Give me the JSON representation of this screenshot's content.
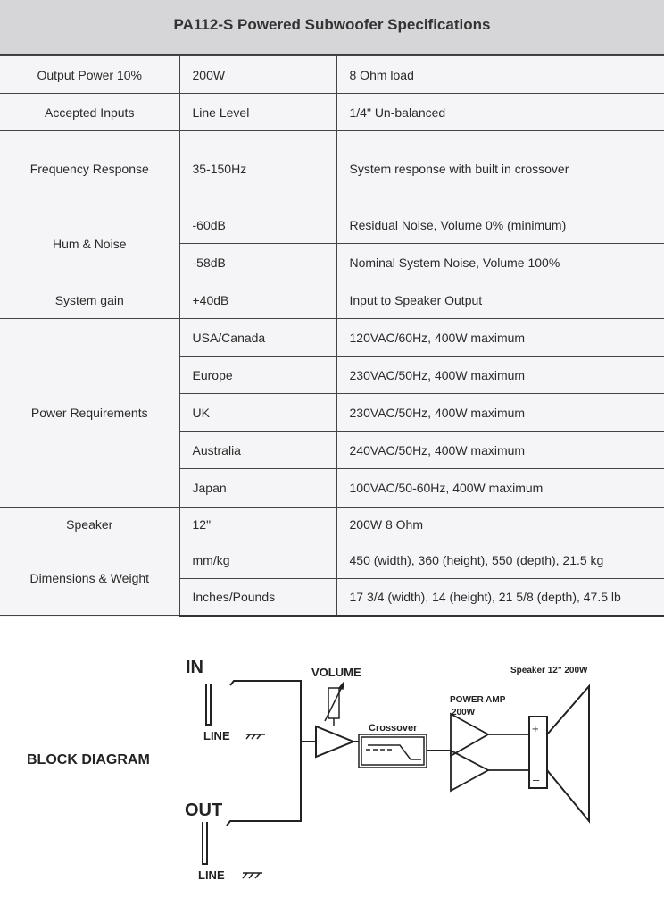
{
  "title": "PA112-S Powered Subwoofer Specifications",
  "specs": [
    {
      "label": "Output Power 10%",
      "rows": [
        {
          "value": "200W",
          "note": "8 Ohm load"
        }
      ]
    },
    {
      "label": "Accepted Inputs",
      "rows": [
        {
          "value": "Line Level",
          "note": "1/4\" Un-balanced"
        }
      ]
    },
    {
      "label": "Frequency Response",
      "rows": [
        {
          "value": "35-150Hz",
          "note": "System response with built in crossover"
        }
      ]
    },
    {
      "label": "Hum & Noise",
      "rows": [
        {
          "value": "-60dB",
          "note": "Residual Noise, Volume 0% (minimum)"
        },
        {
          "value": "-58dB",
          "note": "Nominal System Noise, Volume 100%"
        }
      ]
    },
    {
      "label": "System gain",
      "rows": [
        {
          "value": "+40dB",
          "note": "Input to Speaker Output"
        }
      ]
    },
    {
      "label": "Power Requirements",
      "rows": [
        {
          "value": "USA/Canada",
          "note": "120VAC/60Hz, 400W maximum"
        },
        {
          "value": "Europe",
          "note": "230VAC/50Hz, 400W maximum"
        },
        {
          "value": "UK",
          "note": "230VAC/50Hz, 400W maximum"
        },
        {
          "value": "Australia",
          "note": "240VAC/50Hz, 400W maximum"
        },
        {
          "value": "Japan",
          "note": "100VAC/50-60Hz, 400W maximum"
        }
      ]
    },
    {
      "label": "Speaker",
      "rows": [
        {
          "value": "12\"",
          "note": "200W 8 Ohm"
        }
      ]
    },
    {
      "label": "Dimensions & Weight",
      "rows": [
        {
          "value": "mm/kg",
          "note": "450 (width), 360 (height), 550 (depth), 21.5 kg"
        },
        {
          "value": "Inches/Pounds",
          "note": "17 3/4 (width), 14 (height), 21 5/8 (depth), 47.5 lb"
        }
      ]
    }
  ],
  "diagram": {
    "heading": "BLOCK DIAGRAM",
    "in_label": "IN",
    "out_label": "OUT",
    "line_label": "LINE",
    "volume_label": "VOLUME",
    "crossover_label": "Crossover",
    "power_amp_label": "POWER AMP",
    "power_amp_watts": "200W",
    "speaker_label": "Speaker 12\" 200W",
    "plus_sign": "+",
    "minus_sign": "–"
  }
}
